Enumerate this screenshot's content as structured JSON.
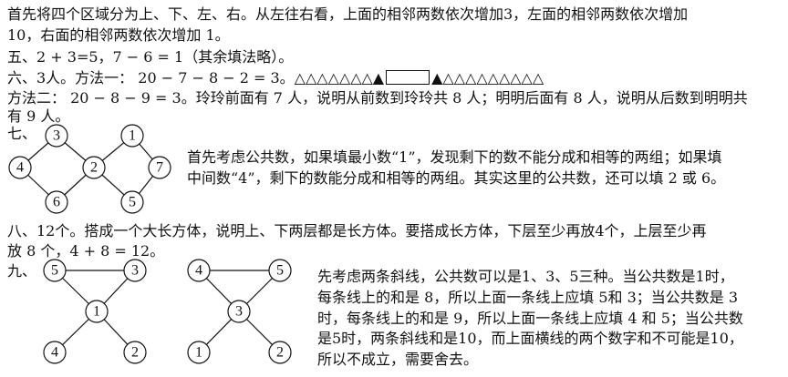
{
  "p4": {
    "line1": "首先将四个区域分为上、下、左、右。从左往右看，上面的相邻两数依次增加3，左面的相邻两数依次增加",
    "line2": "10，右面的相邻两数依次增加 1。"
  },
  "p5": "五、2 + 3=5，7 − 6 = 1（其余填法略）。",
  "p6": {
    "line1": "六、3人。方法一：  20 − 7 − 8 − 2 = 3。",
    "triangles_left": "△△△△△△△▲",
    "triangles_right": "▲△△△△△△△△△",
    "line2": "方法二：  20 − 8 − 9 = 3。玲玲前面有 7 人，说明从前数到玲玲共 8 人；明明后面有 8 人，说明从后数到明明共",
    "line3": "有 9 人。"
  },
  "p7": {
    "label": "七、",
    "nodes": [
      "3",
      "1",
      "4",
      "2",
      "7",
      "6",
      "5"
    ],
    "line1": "首先考虑公共数，如果填最小数“1”，发现剩下的数不能分成和相等的两组；如果填",
    "line2": "中间数“4”，剩下的数能分成和相等的两组。其实这里的公共数，还可以填 2 或 6。"
  },
  "p8": {
    "line1": "八、12个。搭成一个大长方体，说明上、下两层都是长方体。要搭成长方体，下层至少再放4个，上层至少再",
    "line2": "放 8 个，4 + 8 = 12。"
  },
  "p9": {
    "label": "九、",
    "left_nodes": [
      "5",
      "3",
      "1",
      "4",
      "2"
    ],
    "right_nodes": [
      "4",
      "5",
      "3",
      "1",
      "2"
    ],
    "lines": [
      "先考虑两条斜线，公共数可以是1、3、5三种。当公共数是1时，",
      "每条线上的和是 8，所以上面一条线上应填 5和 3；当公共数是 3",
      "时，每条线上的和是 9，所以上面一条线上应填 4 和 5；当公共数",
      "是5时，两条斜线和是10，而上面横线的两个数字和不可能是10，",
      "所以不成立，需要舍去。"
    ]
  }
}
